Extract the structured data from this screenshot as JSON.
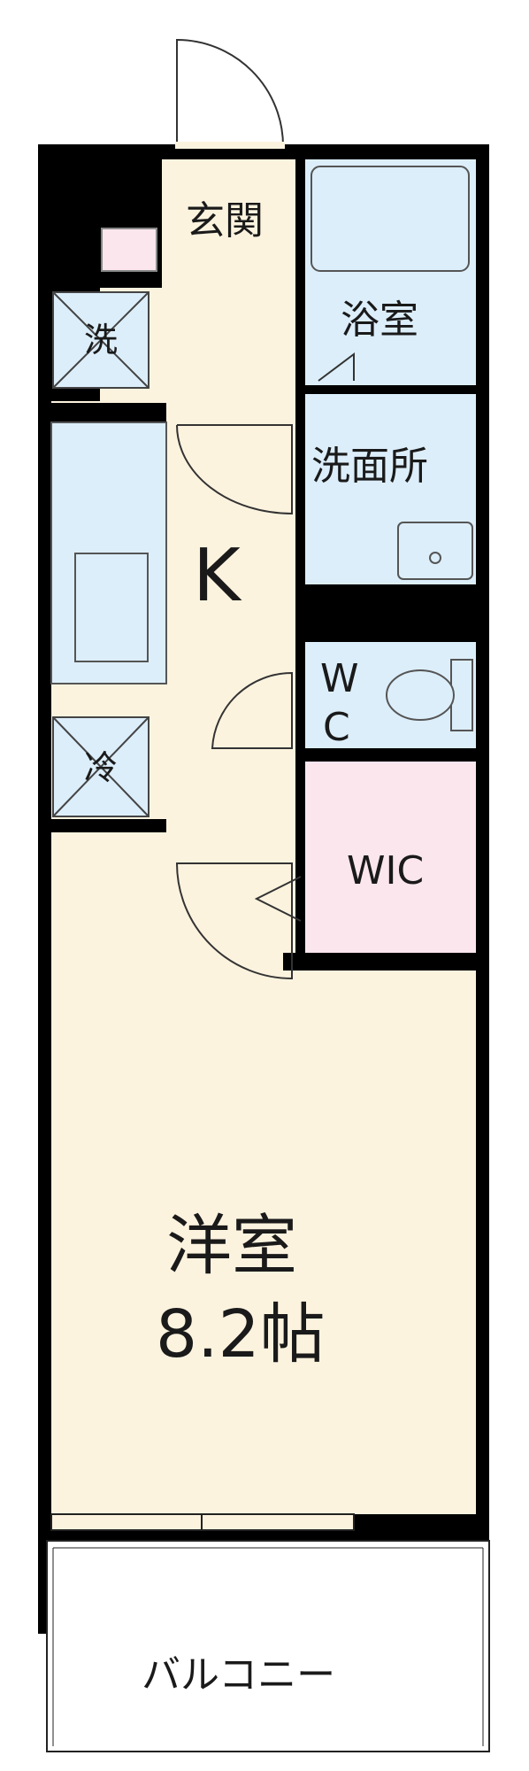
{
  "rooms": {
    "entrance": "玄関",
    "bath": "浴室",
    "washroom": "洗面所",
    "kitchen": "K",
    "wc_line1": "W",
    "wc_line2": "C",
    "wic": "WIC",
    "western_room": "洋室",
    "western_room_size": "8.2帖",
    "balcony": "バルコニー"
  },
  "fixtures": {
    "washer": "洗",
    "fridge": "冷"
  },
  "colors": {
    "wall": "#000000",
    "floor": "#fcf3df",
    "wet_area": "#dceefa",
    "wic": "#fbe6ee",
    "balcony": "#ffffff",
    "fixture_line": "#555555"
  }
}
